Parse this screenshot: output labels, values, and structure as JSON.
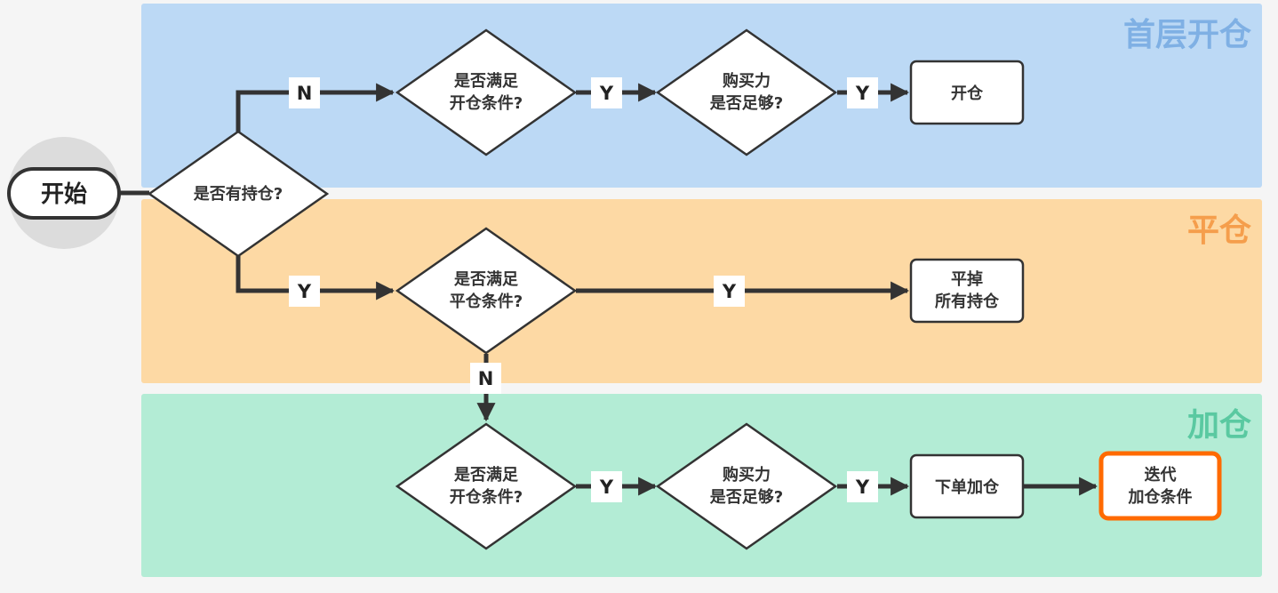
{
  "colors": {
    "page_bg": "#f5f5f5",
    "band_open_fill": "#bcd9f5",
    "band_open_title": "#7fb0e4",
    "band_close_fill": "#fdd9a4",
    "band_close_title": "#f59e4c",
    "band_add_fill": "#b3ecd5",
    "band_add_title": "#5ac9a1",
    "line": "#333333",
    "node_fill": "#ffffff",
    "highlight_border": "#ff6a00"
  },
  "bands": {
    "open": {
      "title": "首层开仓"
    },
    "close": {
      "title": "平仓"
    },
    "add": {
      "title": "加仓"
    }
  },
  "start": {
    "label": "开始"
  },
  "decisions": {
    "has_position": {
      "lines": [
        "是否有持仓?"
      ]
    },
    "open_condition": {
      "lines": [
        "是否满足",
        "开仓条件?"
      ]
    },
    "open_buying_power": {
      "lines": [
        "购买力",
        "是否足够?"
      ]
    },
    "close_condition": {
      "lines": [
        "是否满足",
        "平仓条件?"
      ]
    },
    "add_condition": {
      "lines": [
        "是否满足",
        "开仓条件?"
      ]
    },
    "add_buying_power": {
      "lines": [
        "购买力",
        "是否足够?"
      ]
    }
  },
  "actions": {
    "open_position": {
      "lines": [
        "开仓"
      ]
    },
    "close_all": {
      "lines": [
        "平掉",
        "所有持仓"
      ]
    },
    "place_add_order": {
      "lines": [
        "下单加仓"
      ]
    },
    "iterate": {
      "lines": [
        "迭代",
        "加仓条件"
      ]
    }
  },
  "edge_labels": {
    "to_open_n": "N",
    "open_cond_y": "Y",
    "open_bp_y": "Y",
    "to_close_y": "Y",
    "close_cond_y": "Y",
    "close_cond_n": "N",
    "add_cond_y": "Y",
    "add_bp_y": "Y"
  }
}
